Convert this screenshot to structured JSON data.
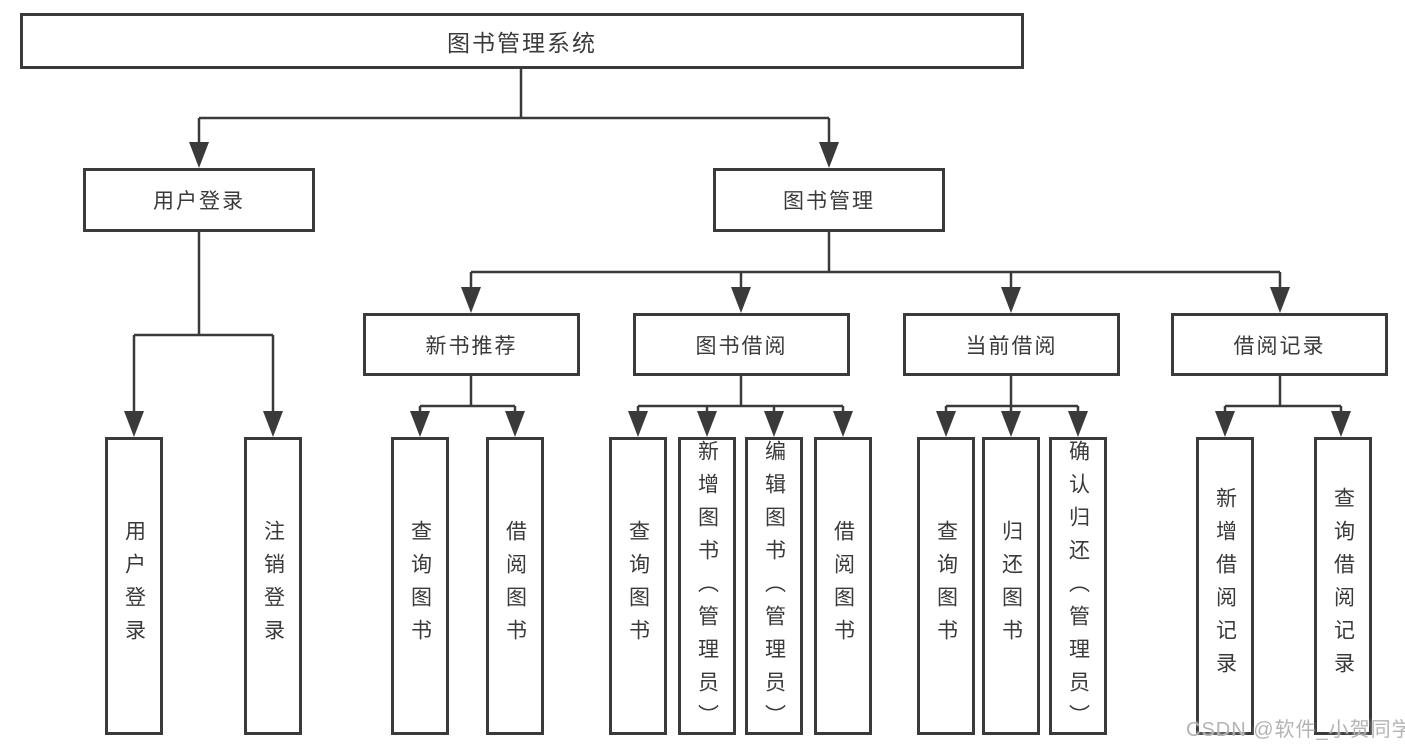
{
  "tree": {
    "root": "图书管理系统",
    "user_login": {
      "label": "用户登录",
      "children": [
        "用户登录",
        "注销登录"
      ]
    },
    "book_mgmt": {
      "label": "图书管理",
      "modules": [
        {
          "label": "新书推荐",
          "children": [
            "查询图书",
            "借阅图书"
          ]
        },
        {
          "label": "图书借阅",
          "children": [
            "查询图书",
            "新增图书（管理员）",
            "编辑图书（管理员）",
            "借阅图书"
          ]
        },
        {
          "label": "当前借阅",
          "children": [
            "查询图书",
            "归还图书",
            "确认归还（管理员）"
          ]
        },
        {
          "label": "借阅记录",
          "children": [
            "新增借阅记录",
            "查询借阅记录"
          ]
        }
      ]
    }
  },
  "watermark": "CSDN @软件_小贺同学",
  "colors": {
    "line": "#3a3a3a",
    "text": "#3a3a3a",
    "box_background": "#ffffff",
    "watermark": "#b4b4b4"
  }
}
